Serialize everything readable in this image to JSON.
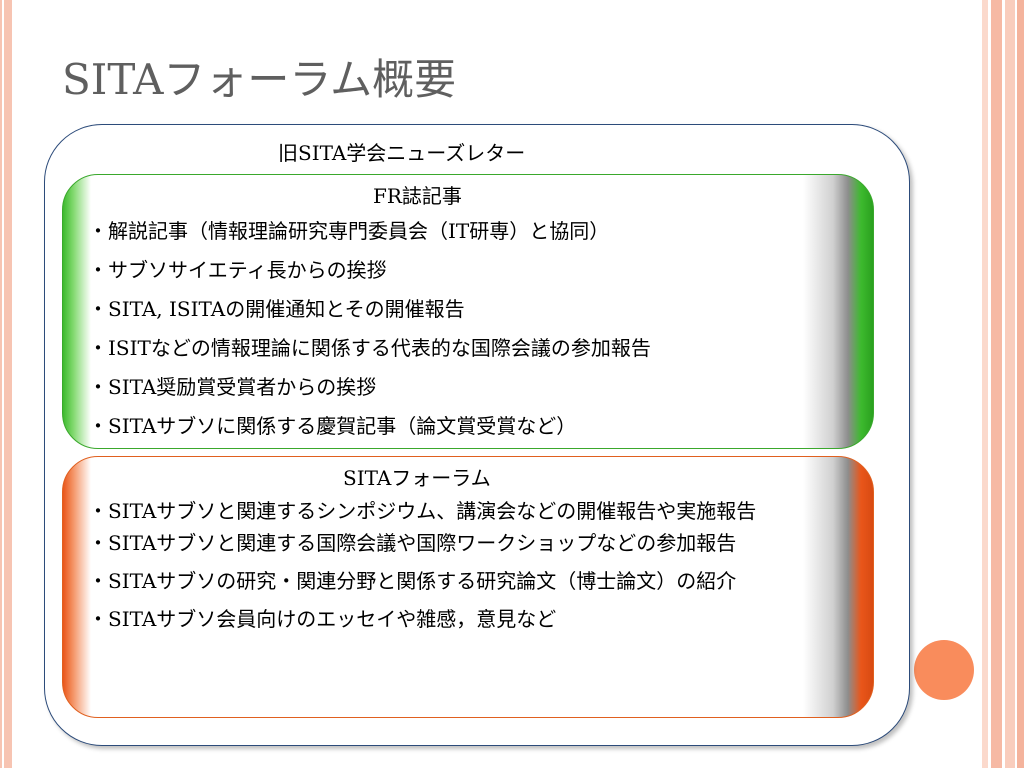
{
  "slide": {
    "title": "SITAフォーラム概要",
    "outer_label": "旧SITA学会ニューズレター",
    "fr_section": {
      "heading": "FR誌記事",
      "items": [
        "・解説記事（情報理論研究専門委員会（IT研専）と協同）",
        "・サブソサイエティ長からの挨拶",
        "・SITA, ISITAの開催通知とその開催報告",
        "・ISITなどの情報理論に関係する代表的な国際会議の参加報告",
        "・SITA奨励賞受賞者からの挨拶",
        "・SITAサブソに関係する慶賀記事（論文賞受賞など）"
      ]
    },
    "forum_section": {
      "heading": "SITAフォーラム",
      "items": [
        "・SITAサブソと関連するシンポジウム、講演会などの開催報告や実施報告",
        "・SITAサブソと関連する国際会議や国際ワークショップなどの参加報告",
        "・SITAサブソの研究・関連分野と関係する研究論文（博士論文）の紹介",
        "・SITAサブソ会員向けのエッセイや雑感，意見など"
      ]
    }
  },
  "colors": {
    "title": "#5f5f5f",
    "outer_border": "#2c4b7a",
    "green": "#3dba2e",
    "orange": "#e9561a",
    "accent_dot": "#f98c5c",
    "stripe": "#f7c4b2"
  }
}
